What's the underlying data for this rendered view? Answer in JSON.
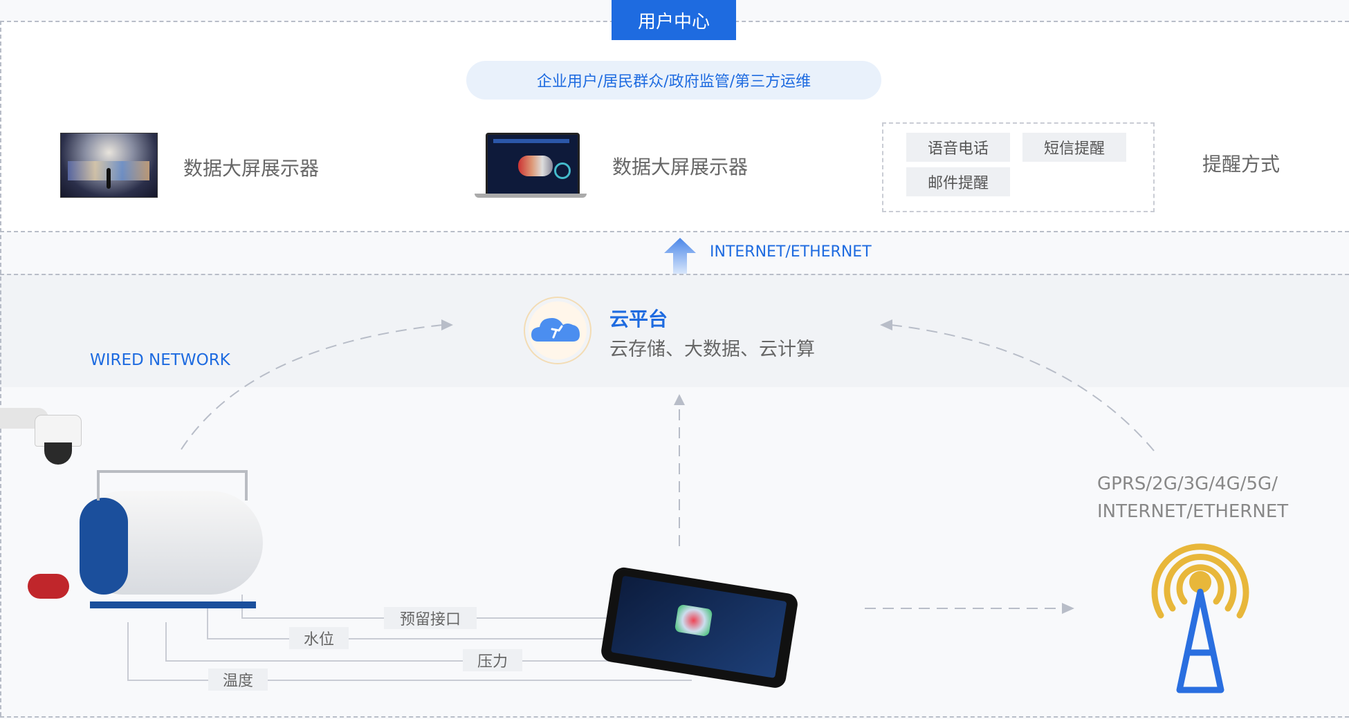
{
  "header": {
    "title": "用户中心"
  },
  "users": {
    "label": "企业用户/居民群众/政府监管/第三方运维"
  },
  "display1": {
    "label": "数据大屏展示器"
  },
  "display2": {
    "label": "数据大屏展示器"
  },
  "reminder": {
    "title": "提醒方式",
    "options": [
      "语音电话",
      "短信提醒",
      "邮件提醒"
    ]
  },
  "internet_label": "INTERNET/ETHERNET",
  "cloud": {
    "title": "云平台",
    "subtitle": "云存储、大数据、云计算"
  },
  "wired_label": "WIRED NETWORK",
  "gprs_label": {
    "line1": "GPRS/2G/3G/4G/5G/",
    "line2": "INTERNET/ETHERNET"
  },
  "sensors": {
    "reserved": "预留接口",
    "water": "水位",
    "pressure": "压力",
    "temperature": "温度"
  },
  "colors": {
    "accent": "#1e6be0",
    "tower_yellow": "#e8b73a",
    "dash": "#b8bdc8"
  }
}
